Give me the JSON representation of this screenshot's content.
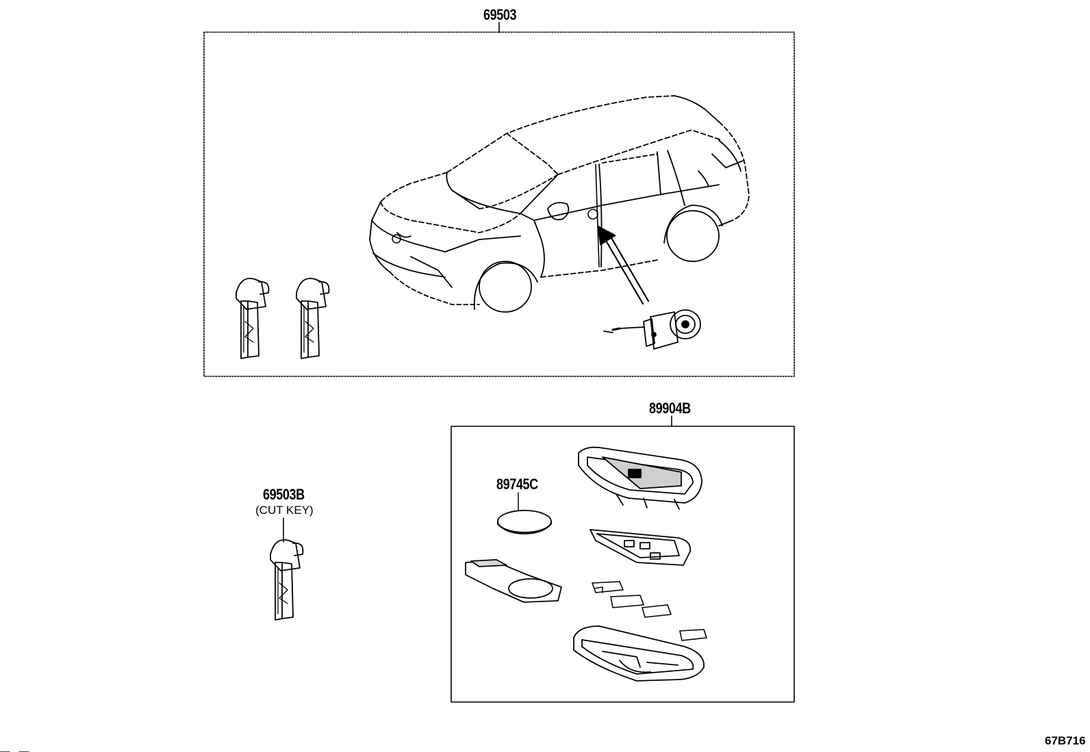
{
  "callouts": {
    "key_set": "69503",
    "transmitter": "89904B",
    "battery": "89745C",
    "cut_key": "69503B",
    "cut_key_note": "(CUT KEY)"
  },
  "illustration_code": "67B716",
  "icons": {
    "vehicle": "suv-outline-icon",
    "key_blade": "key-blade-icon",
    "cylinder": "door-lock-cylinder-icon",
    "fob": "smart-key-fob-icon",
    "coin_cell": "coin-cell-battery-icon"
  },
  "colors": {
    "line": "#000000",
    "background": "#ffffff"
  }
}
